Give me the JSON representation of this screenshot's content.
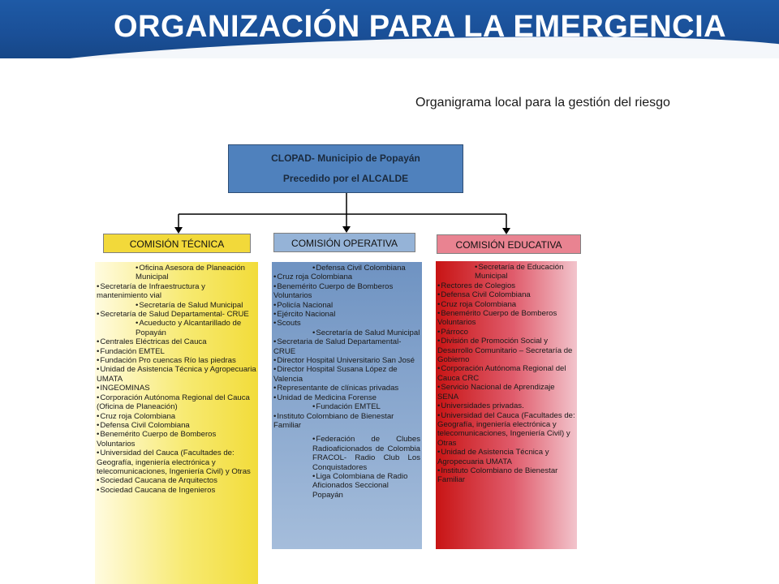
{
  "header": {
    "title": "ORGANIZACIÓN PARA LA EMERGENCIA"
  },
  "subtitle": "Organigrama local para la gestión del riesgo",
  "top_box": {
    "line1": "CLOPAD- Municipio de Popayán",
    "line2": "Precedido por el ALCALDE"
  },
  "commissions": {
    "tecnica": "COMISIÓN TÉCNICA",
    "operativa": "COMISIÓN OPERATIVA",
    "educativa": "COMISIÓN EDUCATIVA"
  },
  "tecnica_items": [
    "Oficina Asesora de Planeación Municipal",
    "Secretaría de Infraestructura y mantenimiento vial",
    "Secretaría de Salud Municipal",
    "Secretaría de Salud Departamental- CRUE",
    "Acueducto y Alcantarillado de Popayán",
    "Centrales Eléctricas del Cauca",
    "Fundación EMTEL",
    "Fundación Pro cuencas Río las piedras",
    "Unidad de Asistencia Técnica y Agropecuaria UMATA",
    "INGEOMINAS",
    "Corporación Autónoma Regional del Cauca (Oficina de Planeación)",
    "Cruz roja Colombiana",
    "Defensa Civil Colombiana",
    "Benemérito Cuerpo de Bomberos Voluntarios",
    "Universidad del Cauca (Facultades de: Geografía, ingeniería electrónica y telecomunicaciones, Ingeniería Civil) y Otras",
    "Sociedad Caucana de Arquitectos",
    "Sociedad Caucana de Ingenieros"
  ],
  "operativa_items": [
    "Defensa Civil Colombiana",
    "Cruz roja Colombiana",
    "Benemérito Cuerpo de Bomberos Voluntarios",
    "Policía Nacional",
    "Ejército Nacional",
    "Scouts",
    "Secretaría de Salud Municipal",
    "Secretaria de Salud Departamental- CRUE",
    "Director Hospital Universitario San José",
    "Director Hospital Susana López de Valencia",
    "Representante de clínicas privadas",
    "Unidad de Medicina Forense",
    "Fundación EMTEL",
    "Instituto Colombiano de Bienestar Familiar",
    "Federación de Clubes Radioaficionados de Colombia FRACOL- Radio Club Los Conquistadores",
    "Liga Colombiana de Radio Aficionados Seccional Popayán"
  ],
  "educativa_items": [
    "Secretaría de Educación Municipal",
    "Rectores de Colegios",
    "Defensa Civil Colombiana",
    "Cruz roja Colombiana",
    "Benemérito Cuerpo de Bomberos Voluntarios",
    "Párroco",
    "División de Promoción Social y Desarrollo Comunitario – Secretaría de Gobierno",
    "Corporación Autónoma Regional del Cauca CRC",
    "Servicio Nacional de Aprendizaje SENA",
    "Universidades privadas.",
    "Universidad del Cauca (Facultades de: Geografía, ingeniería electrónica y telecomunicaciones, Ingeniería Civil) y Otras",
    "Unidad de Asistencia Técnica y Agropecuaria UMATA",
    "Instituto Colombiano de Bienestar Familiar"
  ]
}
